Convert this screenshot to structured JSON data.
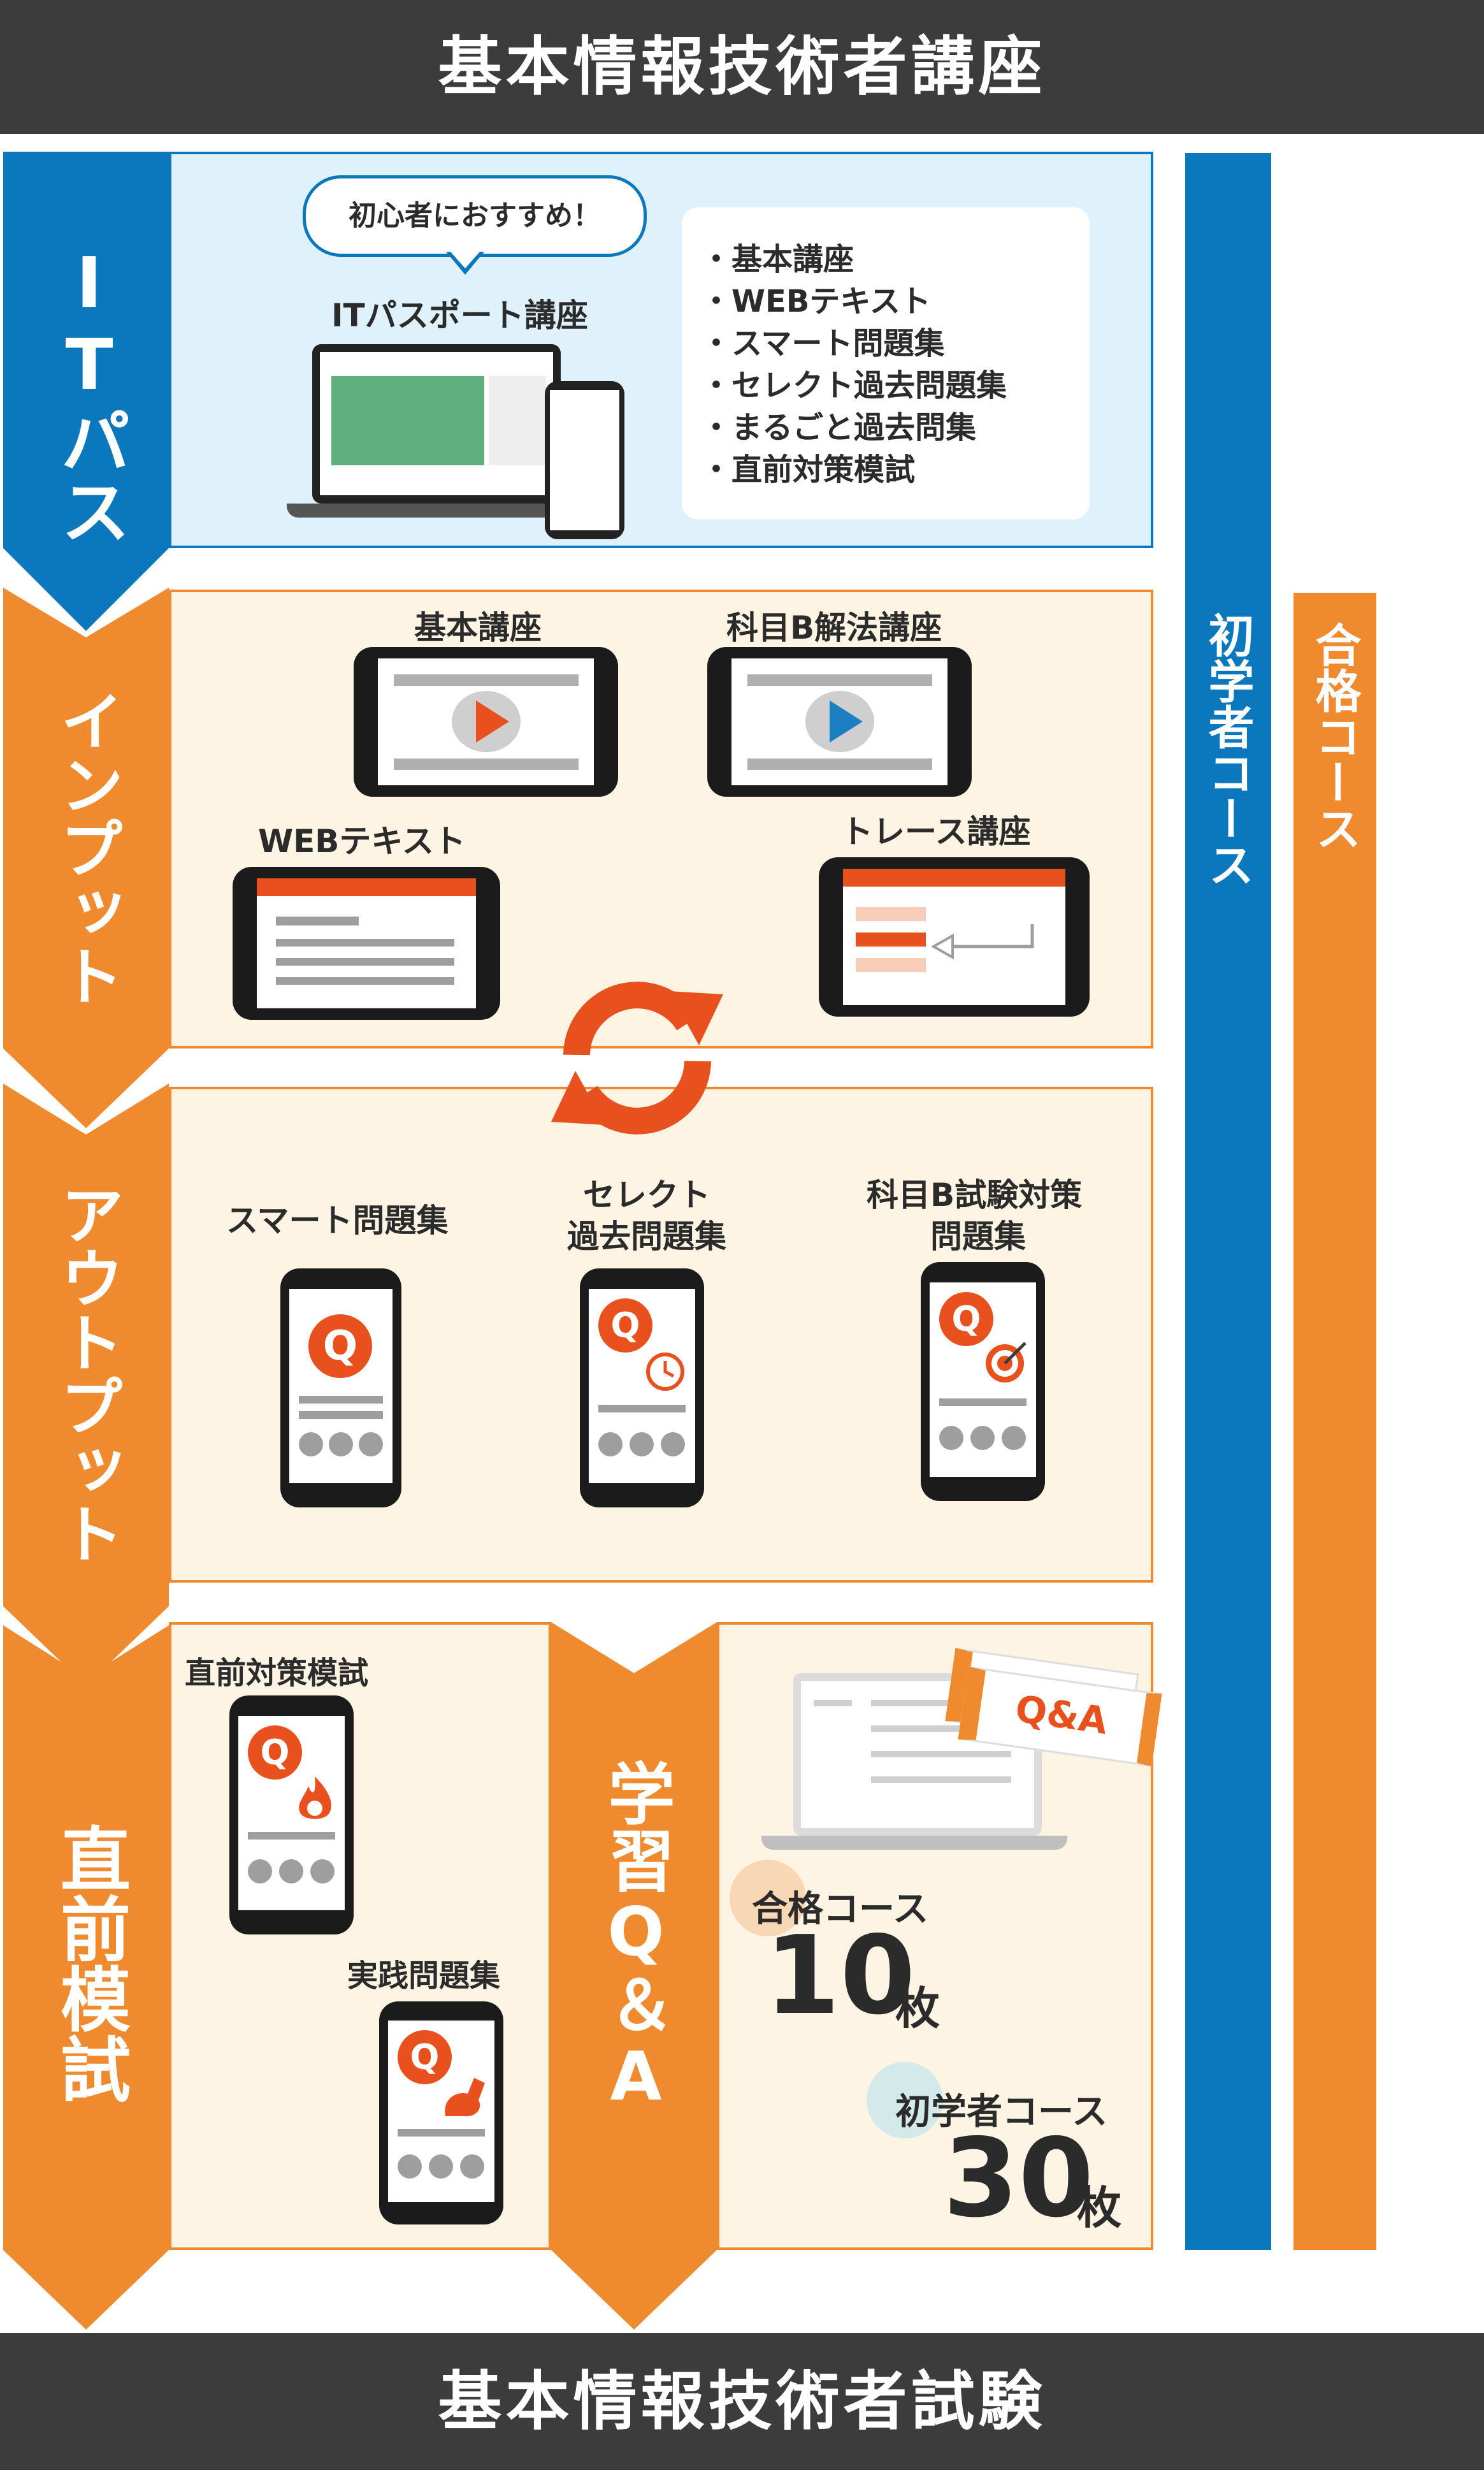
{
  "header_title": "基本情報技術者講座",
  "footer_title": "基本情報技術者試験",
  "colors": {
    "blue": "#0b78bd",
    "orange": "#ef8a2f",
    "dark": "#3c3c3c",
    "red_orange": "#e8501e",
    "cream": "#fdf4e3",
    "light_blue": "#dff2fb"
  },
  "steps": {
    "itpass": "ITパス",
    "input": "インプット",
    "output": "アウトプット",
    "mock": "直前模試",
    "qa": "学習Q＆A"
  },
  "itpass_panel": {
    "badge": "初心者におすすめ！",
    "course_name": "ITパスポート講座",
    "items": [
      "・基本講座",
      "・WEBテキスト",
      "・スマート問題集",
      "・セレクト過去問題集",
      "・まるごと過去問集",
      "・直前対策模試"
    ]
  },
  "input_panel": {
    "basic": "基本講座",
    "subject_b": "科目B解法講座",
    "web_text": "WEBテキスト",
    "trace": "トレース講座"
  },
  "output_panel": {
    "smart": "スマート問題集",
    "select_line1": "セレクト",
    "select_line2": "過去問題集",
    "subjectb_line1": "科目B試験対策",
    "subjectb_line2": "問題集"
  },
  "mock_panel": {
    "mock_test": "直前対策模試",
    "practice": "実践問題集"
  },
  "qa_panel": {
    "ticket_label": "Q&A",
    "pass_course": "合格コース",
    "pass_count": "10",
    "unit": "枚",
    "beginner_course": "初学者コース",
    "beginner_count": "30"
  },
  "side_bars": {
    "beginner": "初学者コース",
    "pass": "合格コース"
  },
  "icons": [
    "play-icon",
    "refresh-cycle-icon",
    "q-bubble-icon",
    "clock-icon",
    "target-icon",
    "fire-icon",
    "muscle-icon",
    "arrow-left-icon"
  ]
}
